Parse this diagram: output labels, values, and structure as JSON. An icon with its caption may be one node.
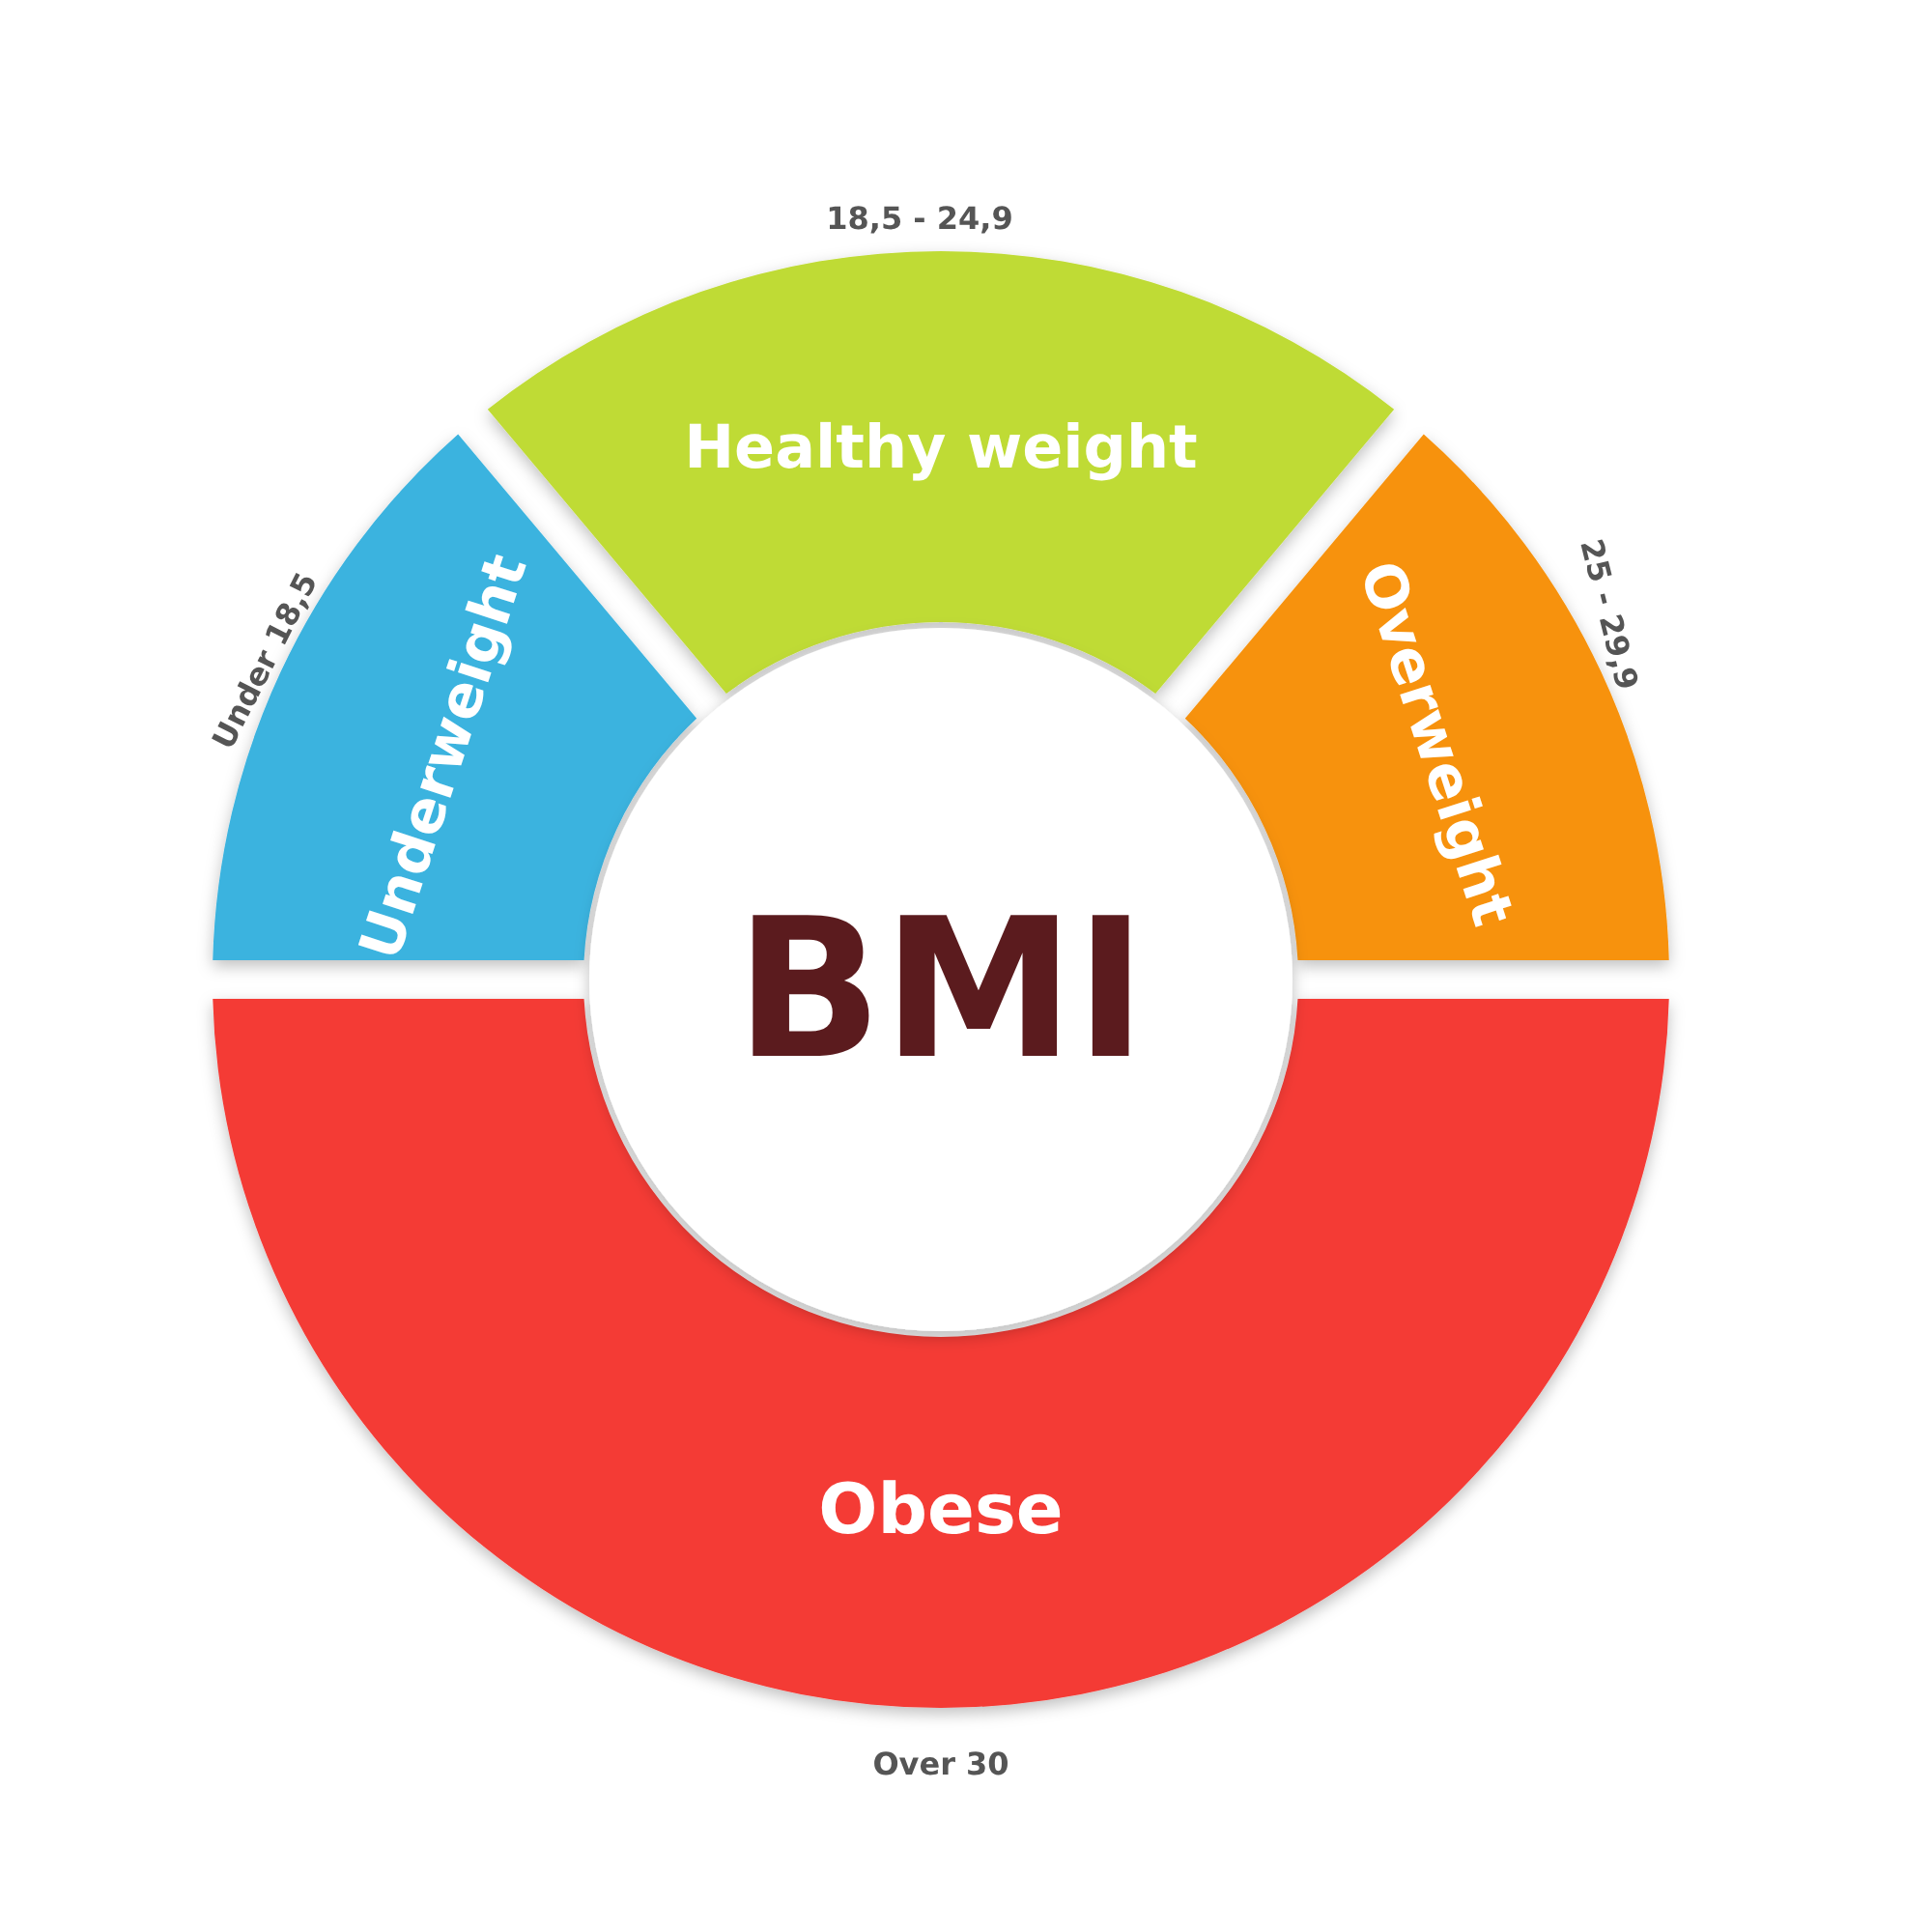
{
  "diagram": {
    "nodes": [
      {
        "text": [
          "Underweight"
        ],
        "beside": [
          "Under 18,5"
        ]
      },
      {
        "text": [
          "Healthy weight"
        ],
        "beside": [
          "18,5 - 24,9"
        ]
      },
      {
        "text": [
          "Overweight"
        ],
        "beside": [
          "25 - 29,9"
        ]
      },
      {
        "text": [
          "BMI"
        ]
      },
      {
        "text": [
          "Obese"
        ],
        "beside": [
          "Over 30"
        ]
      }
    ]
  }
}
